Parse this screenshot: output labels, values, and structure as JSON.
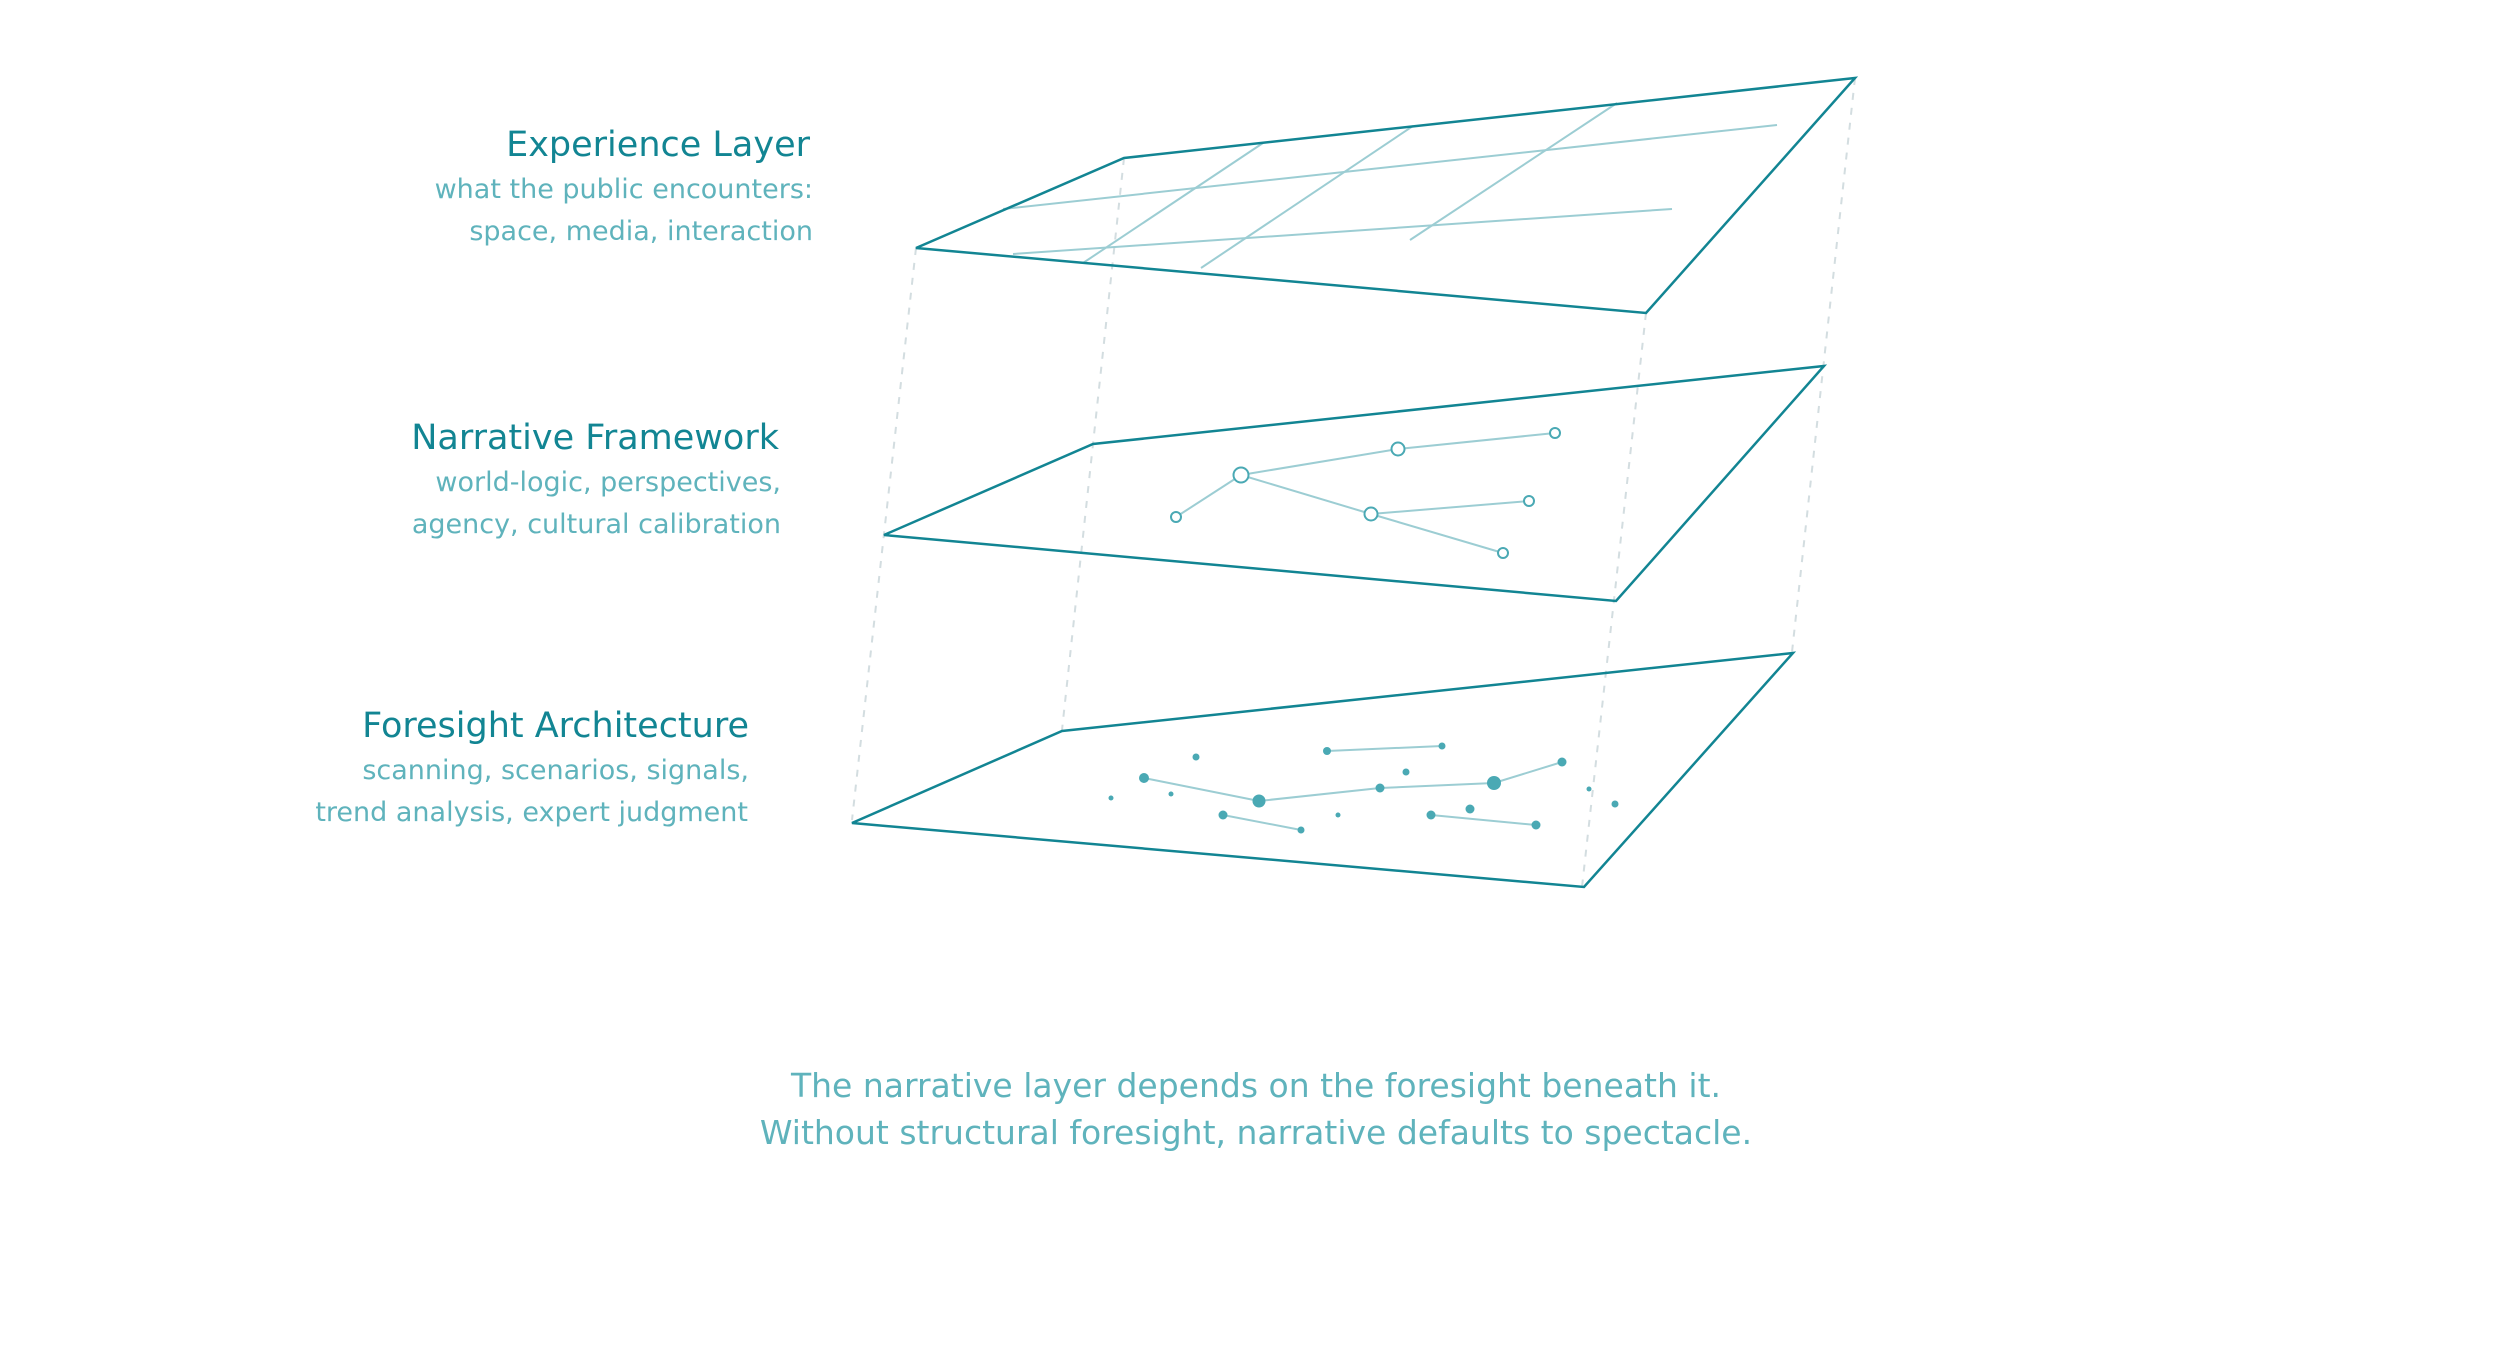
{
  "colors": {
    "accent": "#128593",
    "secondary_text": "#5fb3bc",
    "detail_line": "#9ccdd3",
    "node": "#4aa9b4",
    "connector": "#d3dde0",
    "background": "#ffffff"
  },
  "layers": [
    {
      "id": "experience",
      "title": "Experience Layer",
      "description": [
        "what the public encounters:",
        "space, media, interaction"
      ],
      "pattern": "grid"
    },
    {
      "id": "narrative",
      "title": "Narrative Framework",
      "description": [
        "world-logic, perspectives,",
        "agency, cultural calibration"
      ],
      "pattern": "tree"
    },
    {
      "id": "foresight",
      "title": "Foresight Architecture",
      "description": [
        "scanning, scenarios, signals,",
        "trend analysis, expert judgment"
      ],
      "pattern": "scatter"
    }
  ],
  "caption": [
    "The narrative layer depends on the foresight beneath it.",
    "Without structural foresight, narrative defaults to spectacle."
  ]
}
